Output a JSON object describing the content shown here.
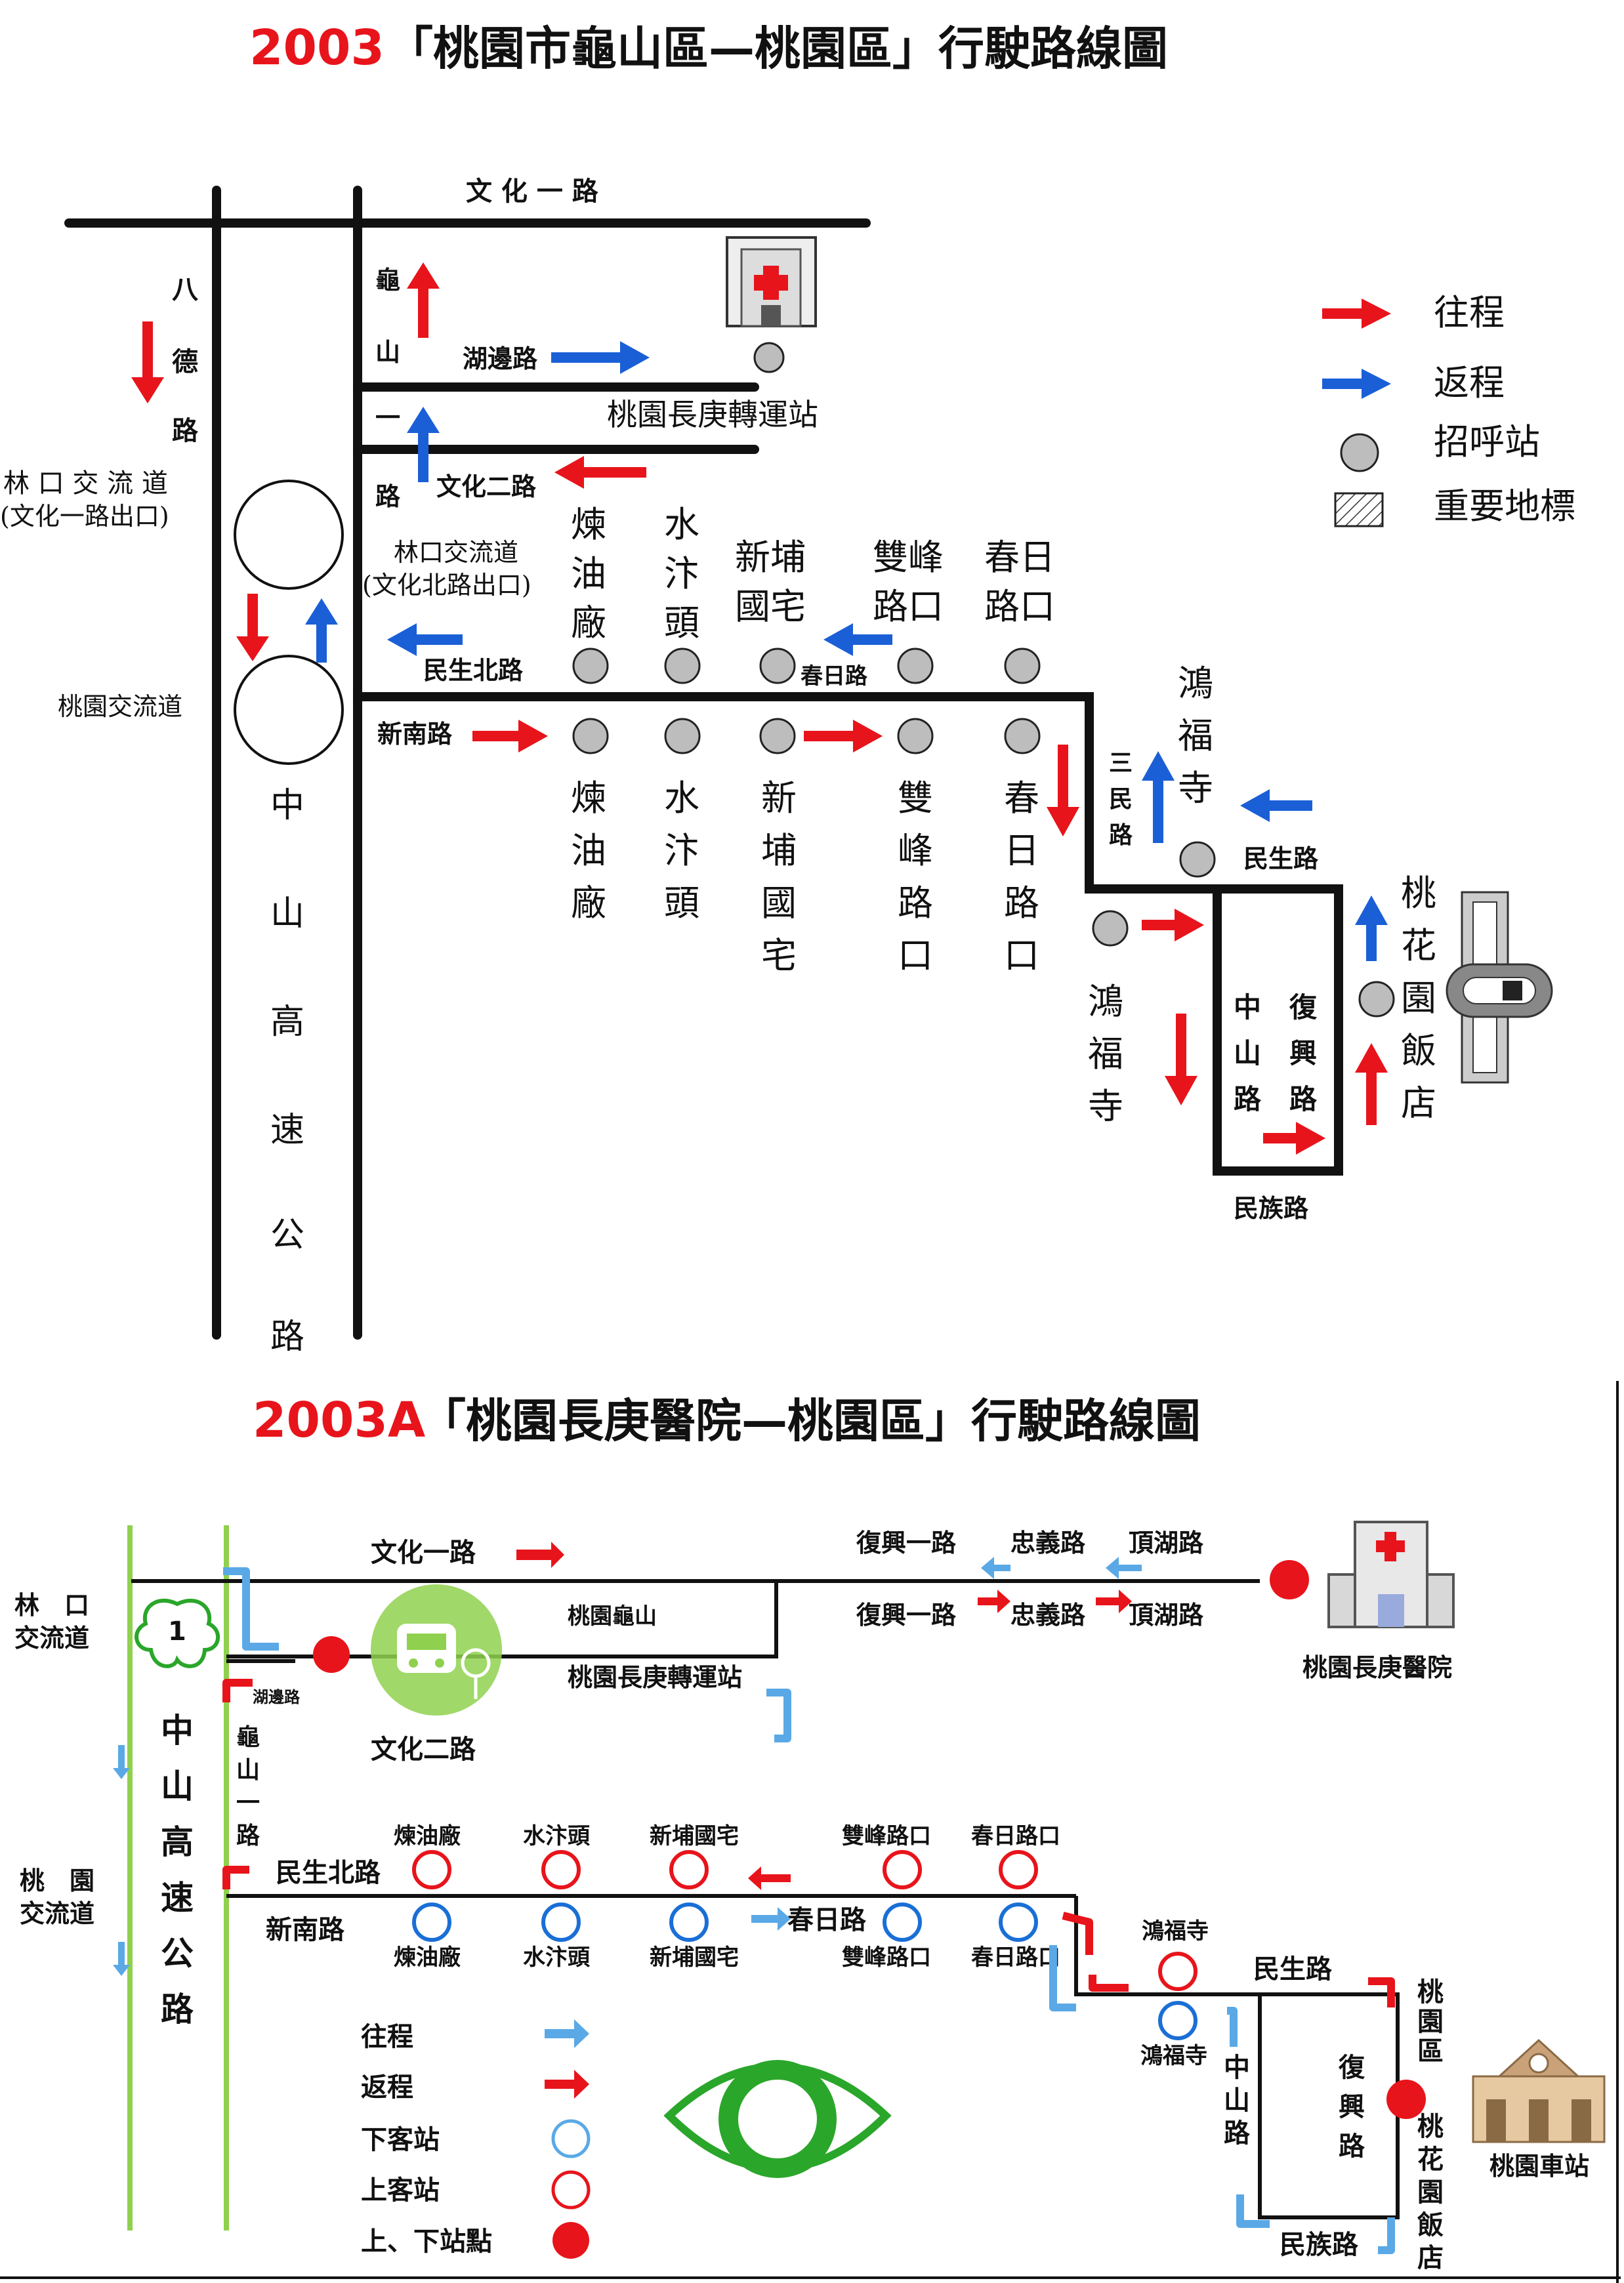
{
  "map1": {
    "title_code": "2003",
    "title_text": "「桃園市龜山區—桃園區」行駛路線圖",
    "roads": {
      "wenhua1": "文 化 一 路",
      "bade": [
        "八",
        "德",
        "路"
      ],
      "guishan": [
        "龜",
        "山",
        "一",
        "路"
      ],
      "hubian": "湖邊路",
      "wenhua2": "文化二路",
      "linkou_ic": "林 口 交 流 道",
      "linkou_ic_sub": "(文化一路出口)",
      "linkou_ic2": "林口交流道",
      "linkou_ic2_sub": "(文化北路出口)",
      "taoyuan_ic": "桃園交流道",
      "zhongshan_fwy": [
        "中",
        "山",
        "高",
        "速",
        "公",
        "路"
      ],
      "minsheng_n": "民生北路",
      "xinnan": "新南路",
      "chunri": "春日路",
      "sanmin": [
        "三",
        "民",
        "路"
      ],
      "minsheng": "民生路",
      "zhongshan": [
        "中",
        "山",
        "路"
      ],
      "fuxing": [
        "復",
        "興",
        "路"
      ],
      "minzu": "民族路"
    },
    "transit_station": "桃園長庚轉運站",
    "stops_top": [
      {
        "name": [
          "煉",
          "油",
          "廠"
        ]
      },
      {
        "name": [
          "水",
          "汴",
          "頭"
        ]
      },
      {
        "name": [
          "新埔",
          "國宅"
        ]
      },
      {
        "name": [
          "雙峰",
          "路口"
        ]
      },
      {
        "name": [
          "春日",
          "路口"
        ]
      }
    ],
    "stops_bottom": [
      {
        "name": [
          "煉",
          "油",
          "廠"
        ]
      },
      {
        "name": [
          "水",
          "汴",
          "頭"
        ]
      },
      {
        "name": [
          "新",
          "埔",
          "國",
          "宅"
        ]
      },
      {
        "name": [
          "雙",
          "峰",
          "路",
          "口"
        ]
      },
      {
        "name": [
          "春",
          "日",
          "路",
          "口"
        ]
      }
    ],
    "honfu_top": [
      "鴻",
      "福",
      "寺"
    ],
    "honfu_bottom": [
      "鴻",
      "福",
      "寺"
    ],
    "taohua": [
      "桃",
      "花",
      "園",
      "飯",
      "店"
    ],
    "legend": [
      {
        "label": "往程",
        "symbol": "red-arrow"
      },
      {
        "label": "返程",
        "symbol": "blue-arrow"
      },
      {
        "label": "招呼站",
        "symbol": "grey-circle"
      },
      {
        "label": "重要地標",
        "symbol": "hatched-box"
      }
    ],
    "colors": {
      "outbound": "#e8141b",
      "return": "#1a5fd6",
      "stop": "#bdbdbd"
    }
  },
  "map2": {
    "title_code": "2003A",
    "title_text": "「桃園長庚醫院—桃園區」行駛路線圖",
    "roads": {
      "wenhua1": "文化一路",
      "fuxing1_top": "復興一路",
      "zhongyi_top": "忠義路",
      "dinghu_top": "頂湖路",
      "fuxing1_bot": "復興一路",
      "zhongyi_bot": "忠義路",
      "dinghu_bot": "頂湖路",
      "linkou_ic": [
        "林　口",
        "交流道"
      ],
      "taoyuan_ic": [
        "桃　園",
        "交流道"
      ],
      "freeway": [
        "中",
        "山",
        "高",
        "速",
        "公",
        "路"
      ],
      "hubian": "湖邊路",
      "guishan1": [
        "龜",
        "山",
        "一",
        "路"
      ],
      "wenhua2": "文化二路",
      "minsheng_n": "民生北路",
      "xinnan": "新南路",
      "chunri": "春日路",
      "minsheng": "民生路",
      "zhongshan": [
        "中",
        "山",
        "路"
      ],
      "fuxing": [
        "復",
        "興",
        "路"
      ],
      "minzu": "民族路",
      "taoyuan_dist": [
        "桃",
        "園",
        "區"
      ],
      "taohua": [
        "桃",
        "花",
        "園",
        "飯",
        "店"
      ]
    },
    "guishan_label": "桃園龜山",
    "transit_station": "桃園長庚轉運站",
    "hospital": "桃園長庚醫院",
    "station": "桃園車站",
    "freeway_shield": "1",
    "stops_top": [
      "煉油廠",
      "水汴頭",
      "新埔國宅",
      "雙峰路口",
      "春日路口"
    ],
    "stops_bottom": [
      "煉油廠",
      "水汴頭",
      "新埔國宅",
      "雙峰路口",
      "春日路口"
    ],
    "honfu_top": "鴻福寺",
    "honfu_bottom": "鴻福寺",
    "legend": [
      {
        "label": "往程",
        "symbol": "blue-arrow"
      },
      {
        "label": "返程",
        "symbol": "red-arrow"
      },
      {
        "label": "下客站",
        "symbol": "blue-ring"
      },
      {
        "label": "上客站",
        "symbol": "red-ring"
      },
      {
        "label": "上、下站點",
        "symbol": "red-dot"
      }
    ],
    "colors": {
      "outbound": "#5aa9e6",
      "return": "#e8141b",
      "freeway": "#8fd14f",
      "emblem": "#2aa62a"
    }
  }
}
